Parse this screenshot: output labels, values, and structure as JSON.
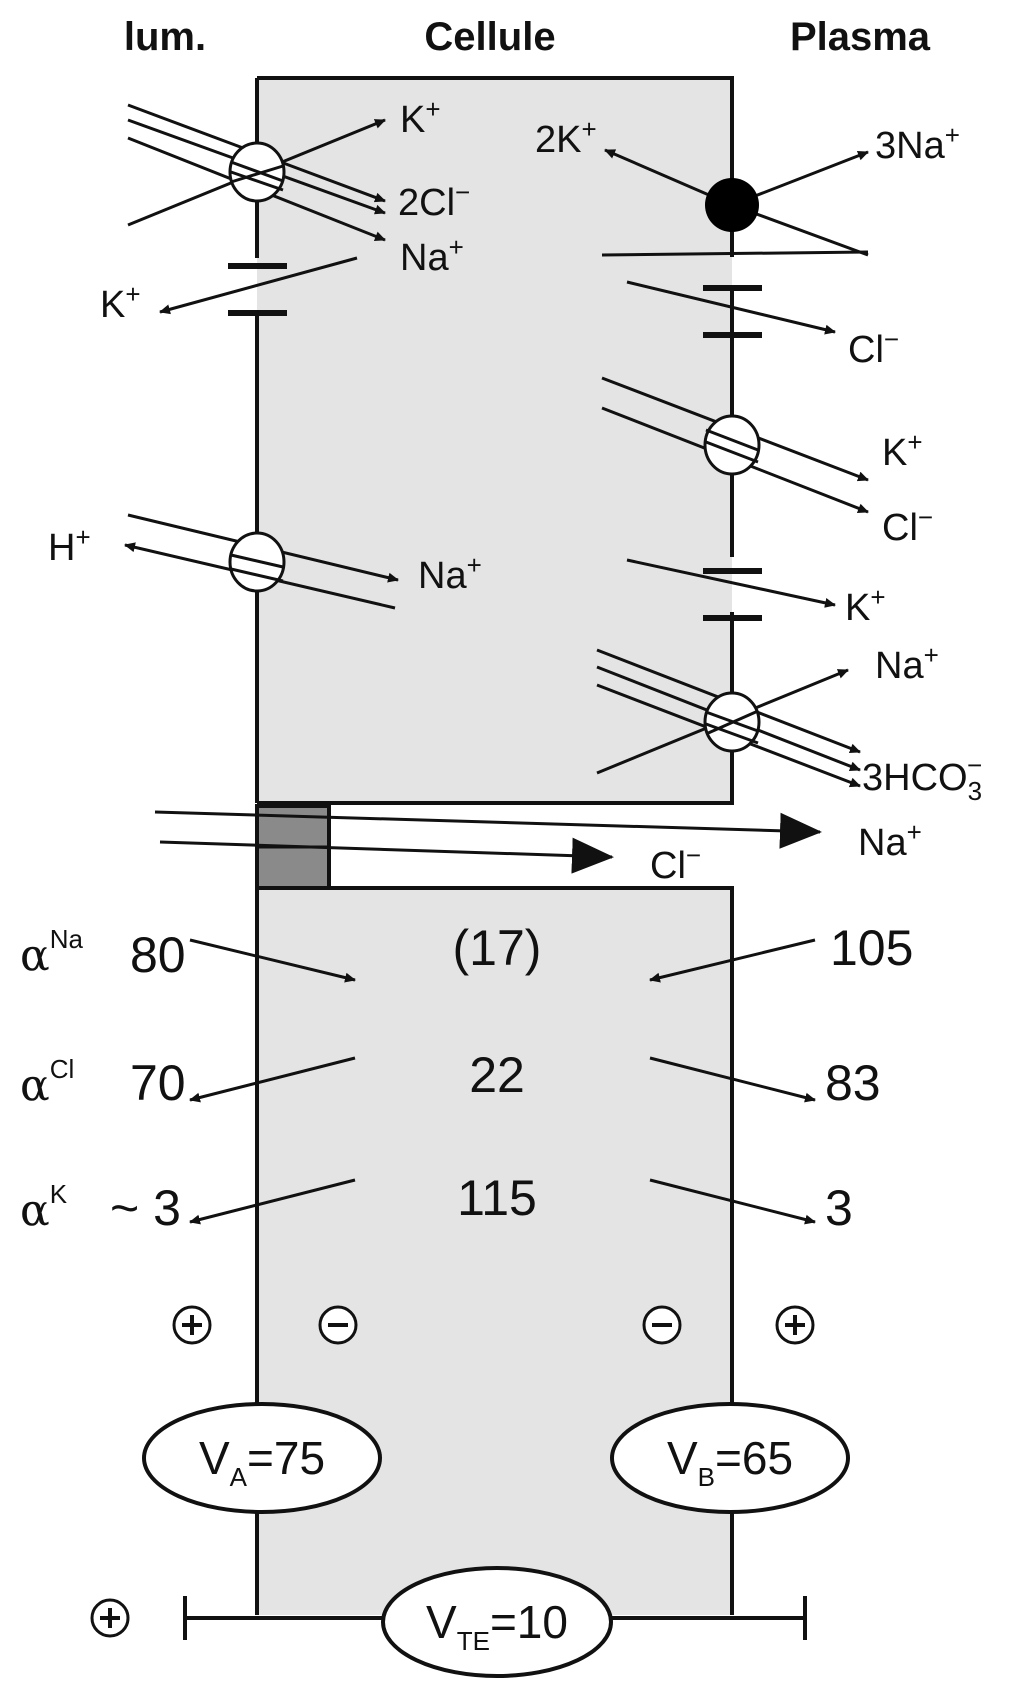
{
  "headers": {
    "lumen": "lum.",
    "cell": "Cellule",
    "plasma": "Plasma"
  },
  "apical": {
    "nkcc_k": "K",
    "nkcc_2cl": "2Cl",
    "nkcc_na": "Na",
    "k_channel": "K",
    "nhe_h": "H",
    "nhe_na": "Na"
  },
  "basolateral": {
    "pump_2k": "2K",
    "pump_3na": "3Na",
    "cl_channel": "Cl",
    "kcl_k": "K",
    "kcl_cl": "Cl",
    "k_channel": "K",
    "nbc_na": "Na",
    "nbc_hco3": "3HCO"
  },
  "paracellular": {
    "na": "Na",
    "cl": "Cl"
  },
  "charges": {
    "plus": "+",
    "minus": "−",
    "one": "−",
    "three": "3"
  },
  "activities": {
    "na": {
      "symbol": "α",
      "ion": "Na",
      "lumen": "80",
      "cell": "(17)",
      "plasma": "105"
    },
    "cl": {
      "symbol": "α",
      "ion": "Cl",
      "lumen": "70",
      "cell": "22",
      "plasma": "83"
    },
    "k": {
      "symbol": "α",
      "ion": "K",
      "lumen": "~ 3",
      "cell": "115",
      "plasma": "3"
    }
  },
  "voltages": {
    "va": {
      "symbol": "V",
      "sub": "A",
      "value": "=75"
    },
    "vb": {
      "symbol": "V",
      "sub": "B",
      "value": "=65"
    },
    "vte": {
      "symbol": "V",
      "sub": "TE",
      "value": "=10"
    }
  },
  "colors": {
    "cell_fill": "#e4e4e4",
    "junction_fill": "#8a8a8a",
    "pump_fill": "#000000"
  }
}
